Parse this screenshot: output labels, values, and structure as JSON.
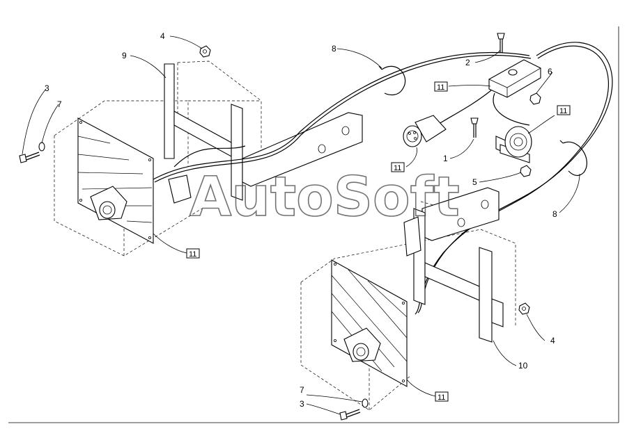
{
  "watermark": "AutoSoft",
  "callouts": {
    "c1": "1",
    "c2": "2",
    "c3a": "3",
    "c3b": "3",
    "c4a": "4",
    "c4b": "4",
    "c5": "5",
    "c6": "6",
    "c7a": "7",
    "c7b": "7",
    "c8a": "8",
    "c8b": "8",
    "c9": "9",
    "c10": "10"
  },
  "boxed_callouts": {
    "b11_wire_box": "11",
    "b11_plug": "11",
    "b11_socket": "11",
    "b11_left_panel": "11",
    "b11_right_panel": "11"
  }
}
